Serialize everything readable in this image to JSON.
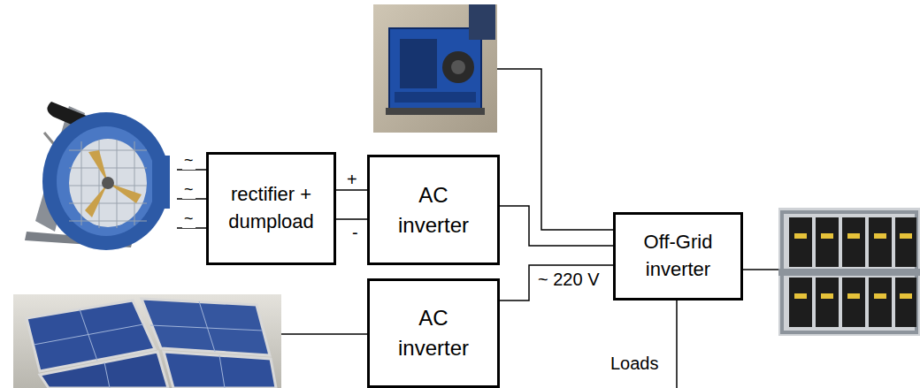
{
  "diagram": {
    "nodes": [
      {
        "text": [
          "rectifier + dumpload"
        ]
      },
      {
        "text": [
          "AC inverter"
        ]
      },
      {
        "text": [
          "Off-Grid inverter"
        ]
      },
      {
        "text": [
          "AC inverter"
        ]
      }
    ],
    "edges": [
      {
        "from": 0,
        "to": 1,
        "arrow": "none",
        "label": "+"
      },
      {
        "from": 0,
        "to": 1,
        "arrow": "none",
        "label": "-"
      },
      {
        "from": 1,
        "to": 2,
        "arrow": "none"
      },
      {
        "from": 3,
        "to": 2,
        "arrow": "none",
        "label": "~ 220 V"
      }
    ],
    "labels": [
      "~",
      "~",
      "~",
      "Loads"
    ]
  }
}
